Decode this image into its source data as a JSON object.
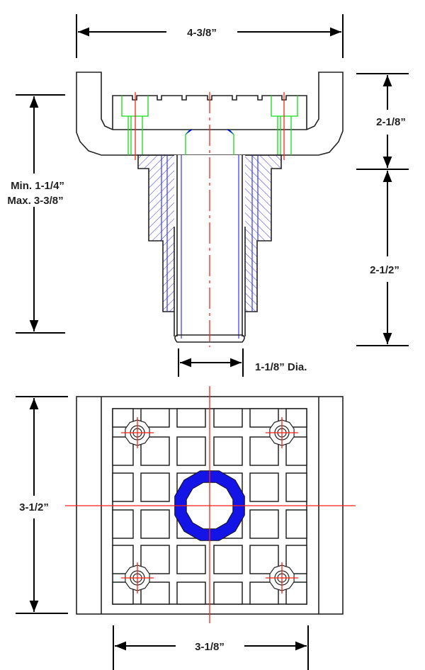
{
  "dimensions": {
    "overall_width": "4-3/8”",
    "top_height": "2-1/8”",
    "stem_height": "2-1/2”",
    "adjust_min": "Min. 1-1/4”",
    "adjust_max": "Max. 3-3/8”",
    "pipe_diameter": "1-1/8” Dia.",
    "plate_depth": "3-1/2”",
    "plate_width": "3-1/8”"
  },
  "colors": {
    "centerline": "#ff2211",
    "section": "#3333ff",
    "hidden": "#11dd11",
    "outline": "#222222"
  }
}
